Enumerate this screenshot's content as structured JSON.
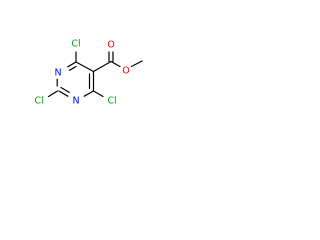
{
  "molecule": {
    "atoms": {
      "cl_top": {
        "text": "Cl",
        "color": "#00aa00"
      },
      "cl_left": {
        "text": "Cl",
        "color": "#00aa00"
      },
      "cl_right": {
        "text": "Cl",
        "color": "#00aa00"
      },
      "n_upper": {
        "text": "N",
        "color": "#0000ff"
      },
      "n_lower": {
        "text": "N",
        "color": "#0000ff"
      },
      "o_carbonyl": {
        "text": "O",
        "color": "#ff0000"
      },
      "o_ester": {
        "text": "O",
        "color": "#ff0000"
      }
    }
  }
}
